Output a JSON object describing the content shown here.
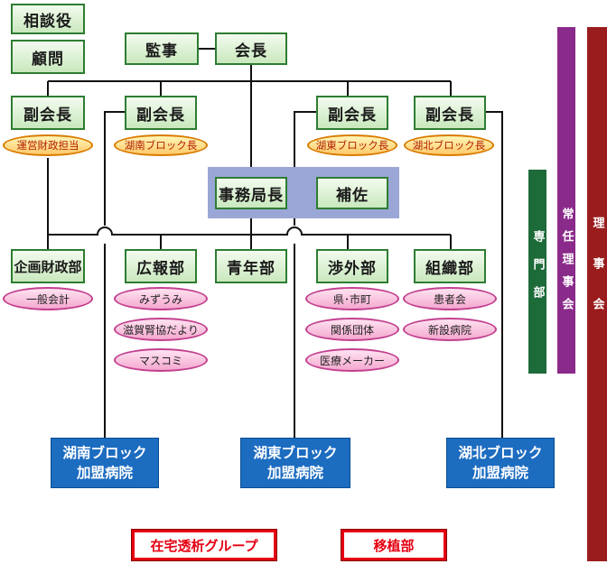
{
  "advisors": {
    "sodan": "相談役",
    "komon": "顧問"
  },
  "top": {
    "kanji": "監事",
    "kaicho": "会長"
  },
  "vice": [
    {
      "label": "副会長",
      "role": "運営財政担当"
    },
    {
      "label": "副会長",
      "role": "湖南ブロック長"
    },
    {
      "label": "副会長",
      "role": "湖東ブロック長"
    },
    {
      "label": "副会長",
      "role": "湖北ブロック長"
    }
  ],
  "office": {
    "chief": "事務局長",
    "assist": "補佐"
  },
  "departments": {
    "kikaku": {
      "label": "企画財政部",
      "items": [
        "一般会計"
      ]
    },
    "koho": {
      "label": "広報部",
      "items": [
        "みずうみ",
        "滋賀腎協だより",
        "マスコミ"
      ]
    },
    "seinen": {
      "label": "青年部"
    },
    "shogai": {
      "label": "渉外部",
      "items": [
        "県･市町",
        "関係団体",
        "医療メーカー"
      ]
    },
    "soshiki": {
      "label": "組織部",
      "items": [
        "患者会",
        "新設病院"
      ]
    }
  },
  "hospitals": [
    {
      "line1": "湖南ブロック",
      "line2": "加盟病院"
    },
    {
      "line1": "湖東ブロック",
      "line2": "加盟病院"
    },
    {
      "line1": "湖北ブロック",
      "line2": "加盟病院"
    }
  ],
  "groups": {
    "zaitaku": "在宅透析グループ",
    "ishoku": "移植部"
  },
  "bars": {
    "senmon": "専門部",
    "jonin": "常任理事会",
    "riji": "理事会"
  },
  "colors": {
    "green_border": "#2e7d32",
    "pink_border": "#c2418f",
    "blue": "#1c6cc0",
    "red": "#e50012",
    "bar_green": "#1e6b3a",
    "bar_purple": "#8a2a8a",
    "bar_red": "#9a1c1c"
  }
}
